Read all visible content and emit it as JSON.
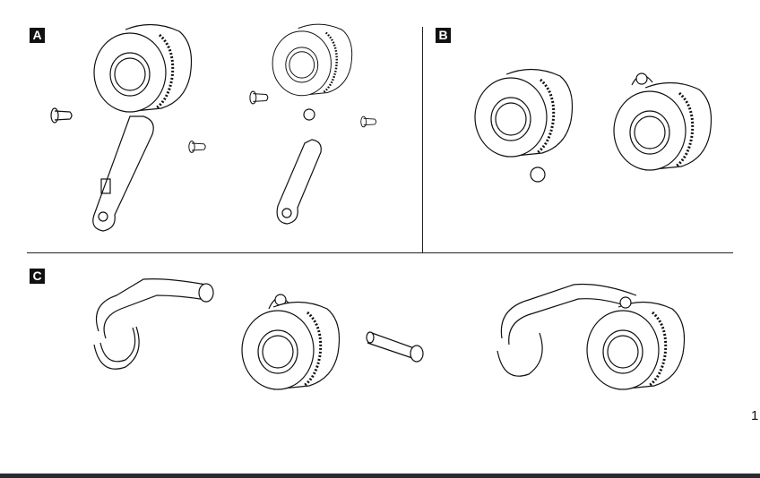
{
  "sections": [
    {
      "label": "A"
    },
    {
      "label": "B"
    },
    {
      "label": "C"
    }
  ],
  "page_number": "1",
  "colors": {
    "ink": "#111111",
    "footer": "#2a2a2e"
  }
}
